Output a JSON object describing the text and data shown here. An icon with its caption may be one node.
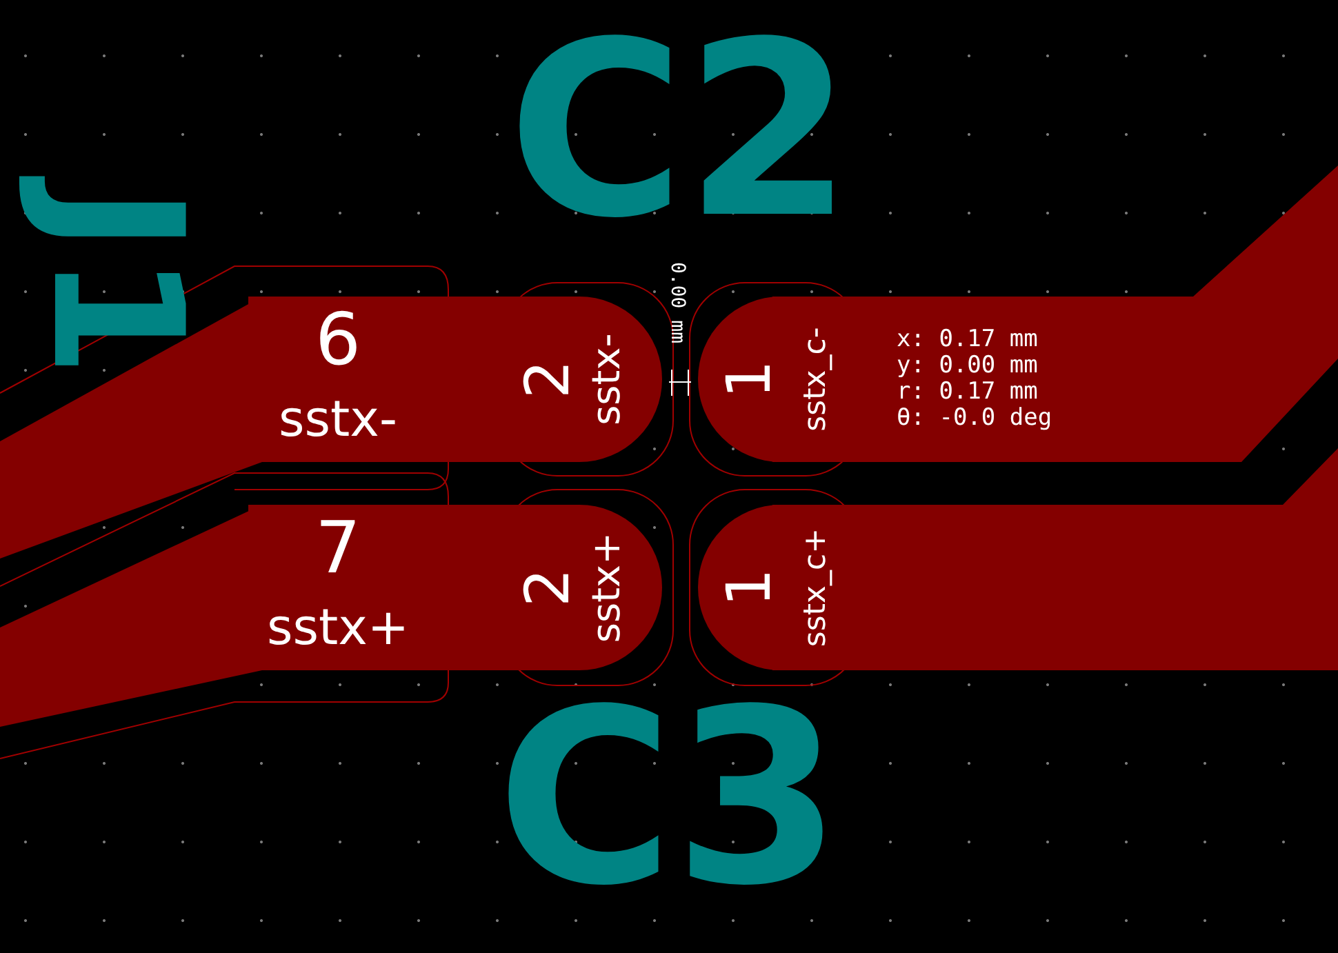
{
  "diagram": {
    "nodes": [
      {
        "text": [
          "6",
          "sstx-"
        ]
      },
      {
        "text": [
          "2",
          "sstx-"
        ]
      },
      {
        "text": [
          "1",
          "sstx_c-"
        ]
      },
      {
        "text": [
          "7",
          "sstx+"
        ]
      },
      {
        "text": [
          "2",
          "sstx+"
        ]
      },
      {
        "text": [
          "1",
          "sstx_c+"
        ]
      }
    ],
    "labels": [
      "C2",
      "J1",
      "0.00 mm",
      "x: 0.17 mm",
      "y: 0.00 mm",
      "r: 0.17 mm",
      "θ: -0.0 deg",
      "C3"
    ]
  }
}
